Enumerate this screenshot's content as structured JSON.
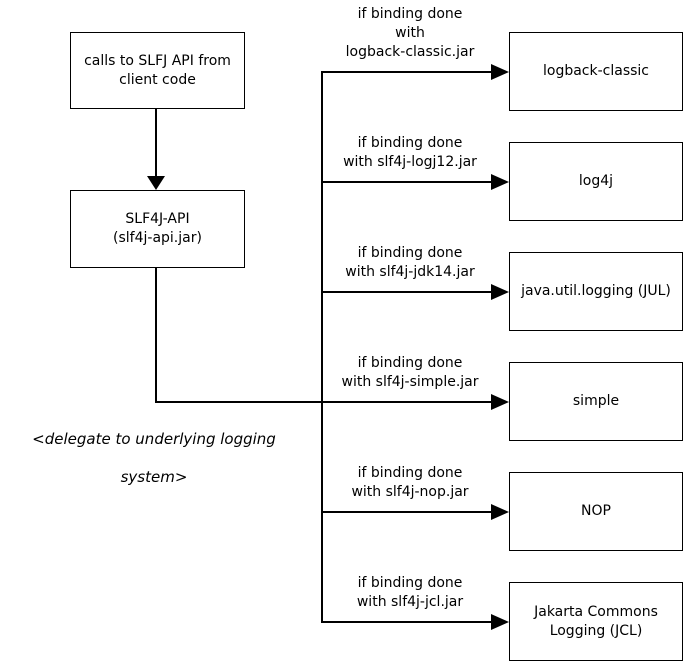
{
  "diagram": {
    "background": "#ffffff",
    "ink": "#000000",
    "source_box": {
      "lines": [
        "calls to SLFJ API from",
        "client code"
      ]
    },
    "api_box": {
      "lines": [
        "SLF4J-API",
        "(slf4j-api.jar)"
      ]
    },
    "delegate_note": {
      "lines": [
        "<delegate to underlying logging",
        "system>"
      ]
    },
    "branches": [
      {
        "label_lines": [
          "if binding done",
          "with",
          "logback-classic.jar"
        ],
        "target_lines": [
          "logback-classic"
        ],
        "target_id": "logback-classic"
      },
      {
        "label_lines": [
          "if binding done",
          "with slf4j-logj12.jar"
        ],
        "target_lines": [
          "log4j"
        ],
        "target_id": "log4j"
      },
      {
        "label_lines": [
          "if binding done",
          "with slf4j-jdk14.jar"
        ],
        "target_lines": [
          "java.util.logging (JUL)"
        ],
        "target_id": "java-util-logging-jul"
      },
      {
        "label_lines": [
          "if binding done",
          "with slf4j-simple.jar"
        ],
        "target_lines": [
          "simple"
        ],
        "target_id": "simple"
      },
      {
        "label_lines": [
          "if binding done",
          "with slf4j-nop.jar"
        ],
        "target_lines": [
          "NOP"
        ],
        "target_id": "nop"
      },
      {
        "label_lines": [
          "if binding done",
          "with slf4j-jcl.jar"
        ],
        "target_lines": [
          "Jakarta Commons",
          "Logging (JCL)"
        ],
        "target_id": "jakarta-commons-logging-jcl"
      }
    ]
  }
}
